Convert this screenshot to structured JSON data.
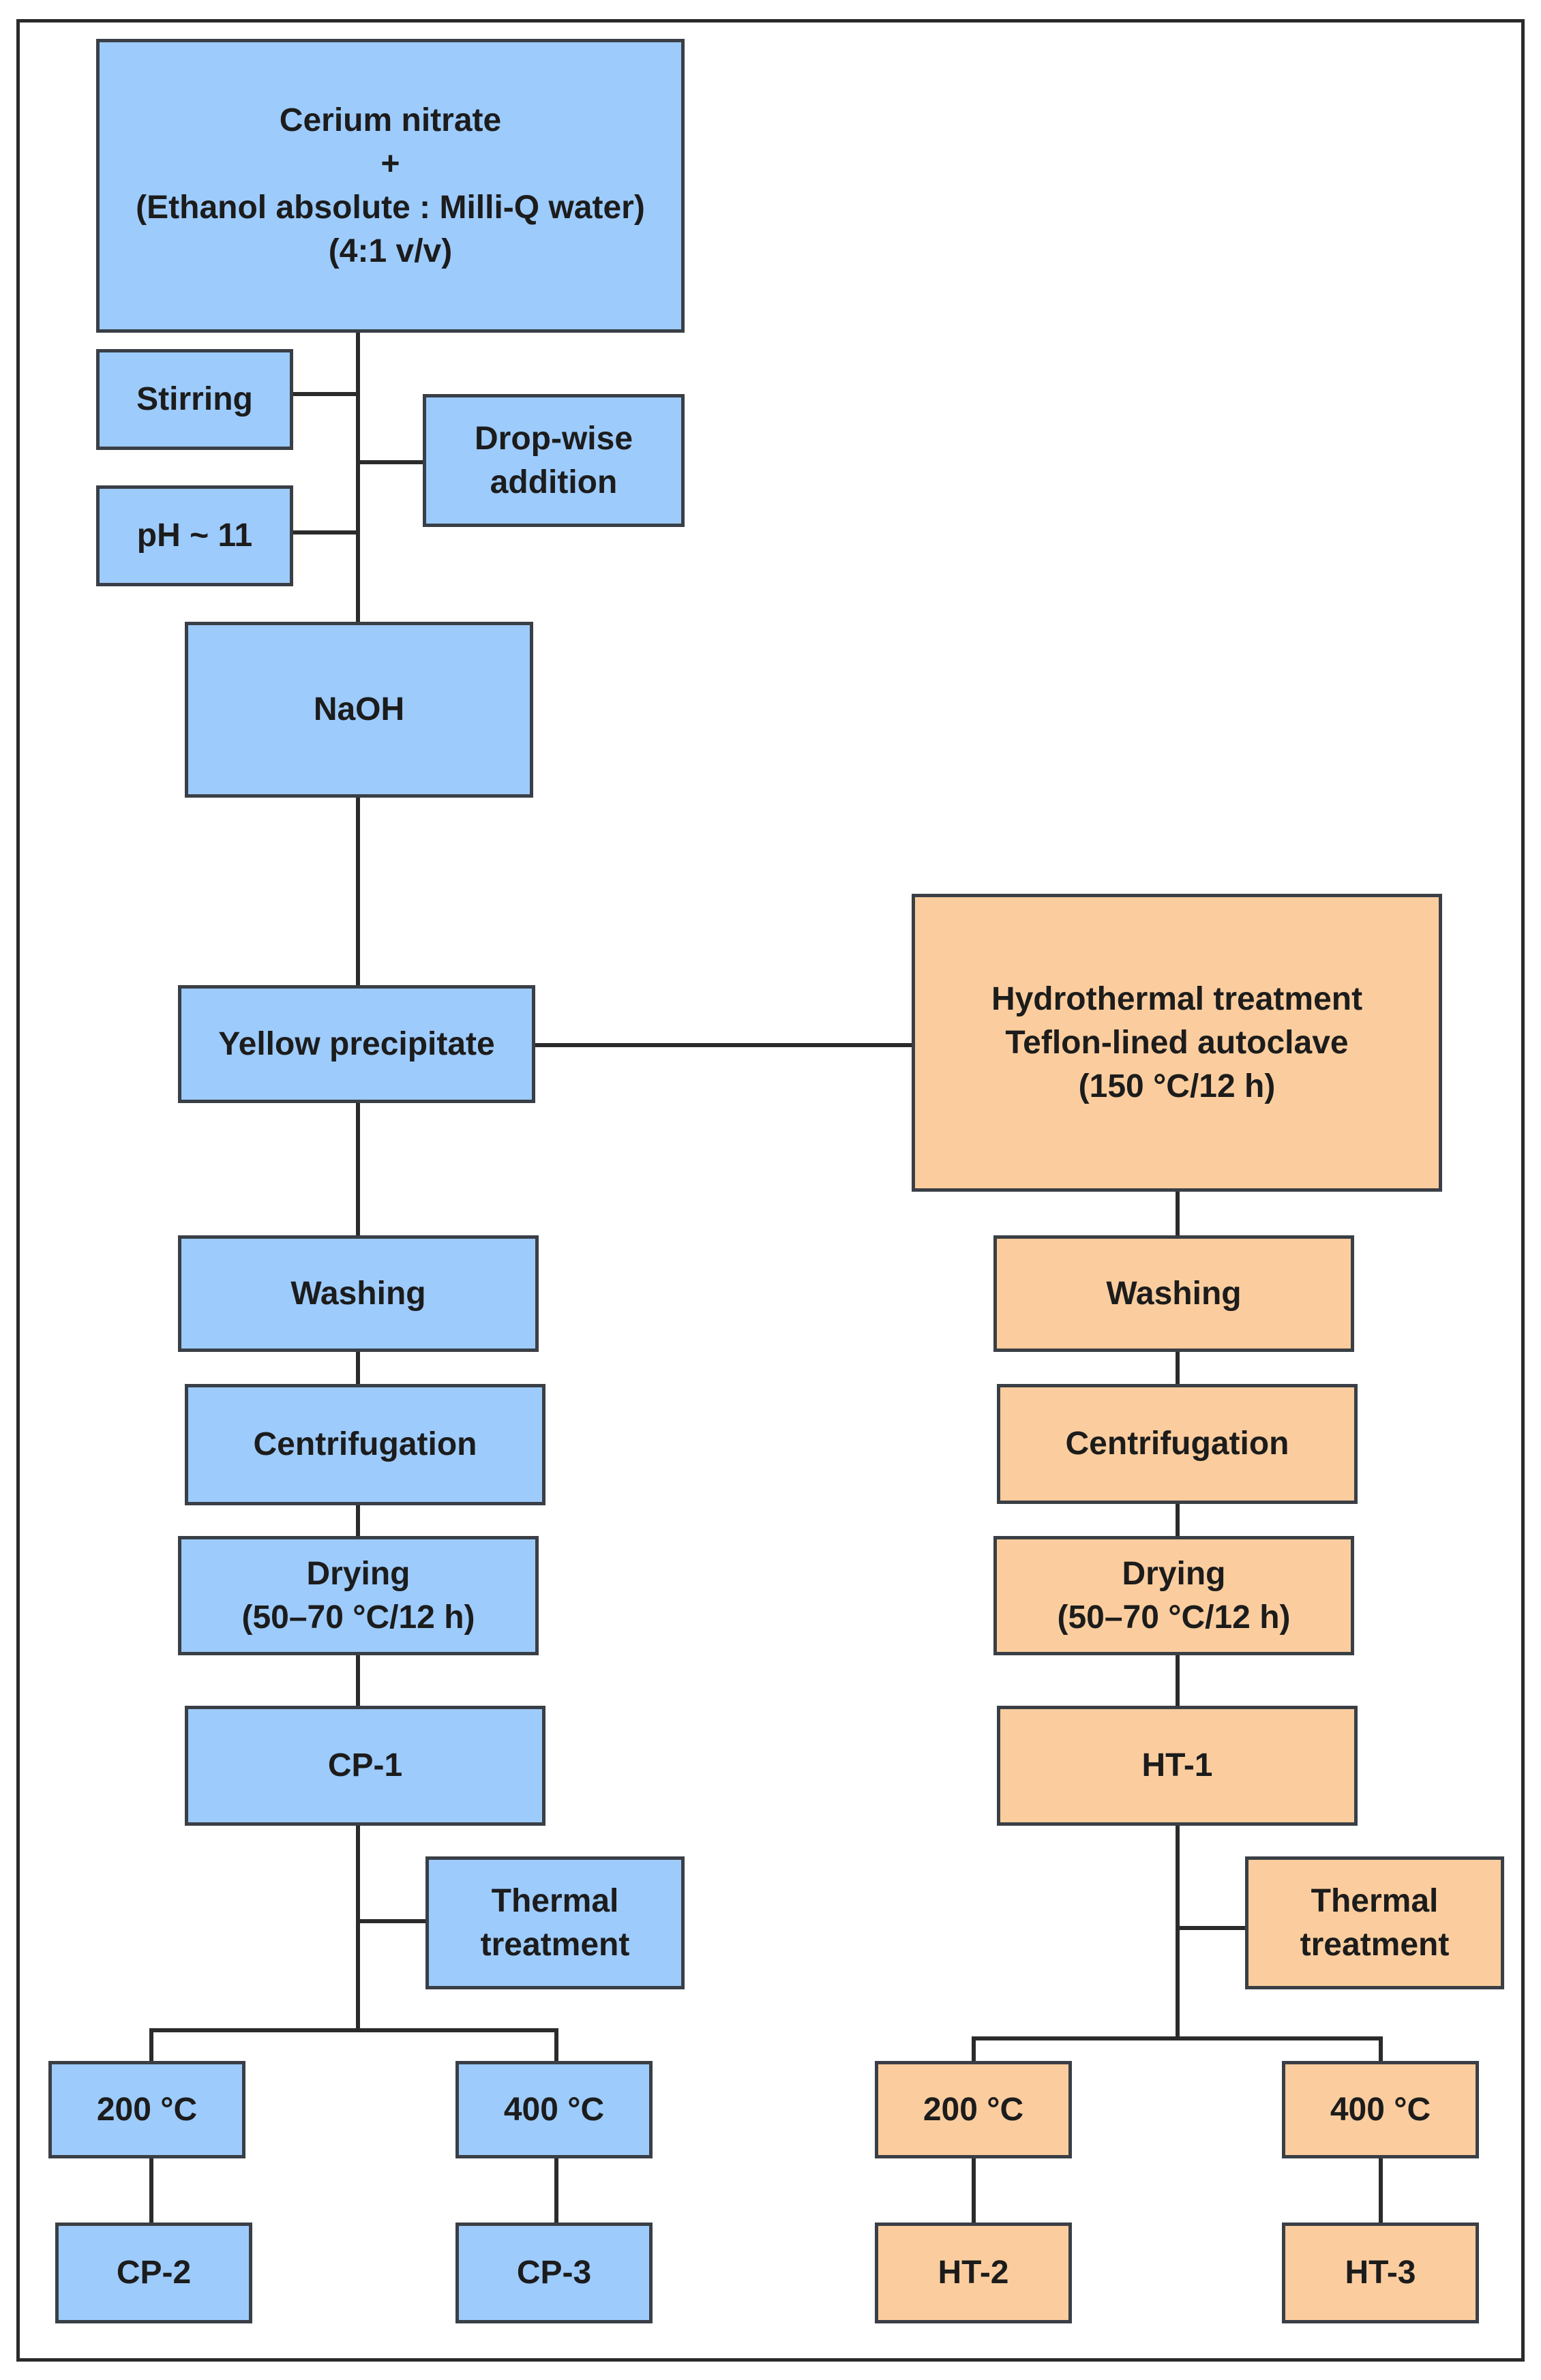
{
  "colors": {
    "blue_fill": "#9dcbfb",
    "orange_fill": "#fbcd9e",
    "line": "#2b2b2b"
  },
  "start": {
    "line1": "Cerium nitrate",
    "line2": "+",
    "line3": "(Ethanol absolute : Milli-Q water)",
    "line4": "(4:1 v/v)"
  },
  "stirring": "Stirring",
  "dropwise": {
    "line1": "Drop-wise",
    "line2": "addition"
  },
  "ph": "pH ~ 11",
  "naoh": "NaOH",
  "precipitate": "Yellow precipitate",
  "hydrothermal": {
    "line1": "Hydrothermal treatment",
    "line2": "Teflon-lined autoclave",
    "line3": "(150 °C/12 h)"
  },
  "cp_branch": {
    "washing": "Washing",
    "centrifugation": "Centrifugation",
    "drying": {
      "line1": "Drying",
      "line2": "(50–70 °C/12 h)"
    },
    "sample": "CP-1",
    "thermal": {
      "line1": "Thermal",
      "line2": "treatment"
    },
    "temp_low": "200 °C",
    "temp_high": "400 °C",
    "sample_low": "CP-2",
    "sample_high": "CP-3"
  },
  "ht_branch": {
    "washing": "Washing",
    "centrifugation": "Centrifugation",
    "drying": {
      "line1": "Drying",
      "line2": "(50–70 °C/12 h)"
    },
    "sample": "HT-1",
    "thermal": {
      "line1": "Thermal",
      "line2": "treatment"
    },
    "temp_low": "200 °C",
    "temp_high": "400 °C",
    "sample_low": "HT-2",
    "sample_high": "HT-3"
  }
}
